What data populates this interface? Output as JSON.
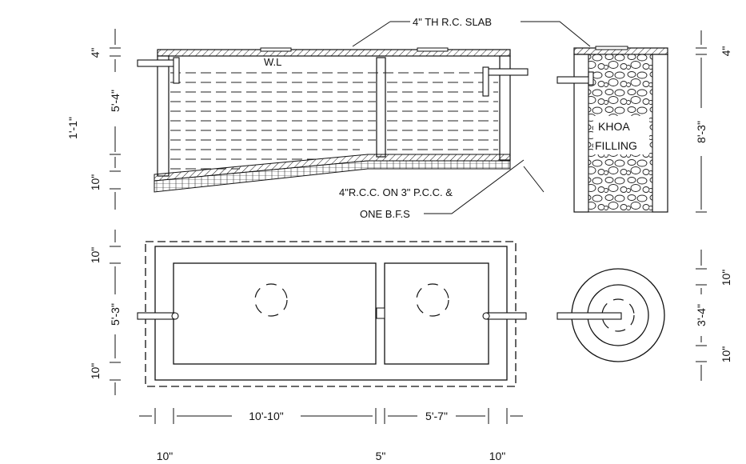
{
  "labels": {
    "slab": "4\" TH R.C. SLAB",
    "water_level": "W.L",
    "base_line1": "4\"R.C.C. ON 3\" P.C.C. &",
    "base_line2": "ONE B.F.S",
    "khoa_line1": "KHOA",
    "khoa_line2": "FILLING"
  },
  "dimensions": {
    "section_top": "4\"",
    "section_mid": "5'-4\"",
    "section_total": "1'-1\"",
    "section_base": "10\"",
    "plan_wall_top": "10\"",
    "plan_width": "5'-3\"",
    "plan_wall_bottom": "10\"",
    "chamber1_length": "10'-10\"",
    "chamber2_length": "5'-7\"",
    "left_wall": "10\"",
    "mid_wall": "5\"",
    "right_wall": "10\"",
    "pit_top": "4\"",
    "pit_depth": "8'-3\"",
    "pit_ring_top": "10\"",
    "pit_diameter": "3'-4\"",
    "pit_ring_bottom": "10\""
  }
}
